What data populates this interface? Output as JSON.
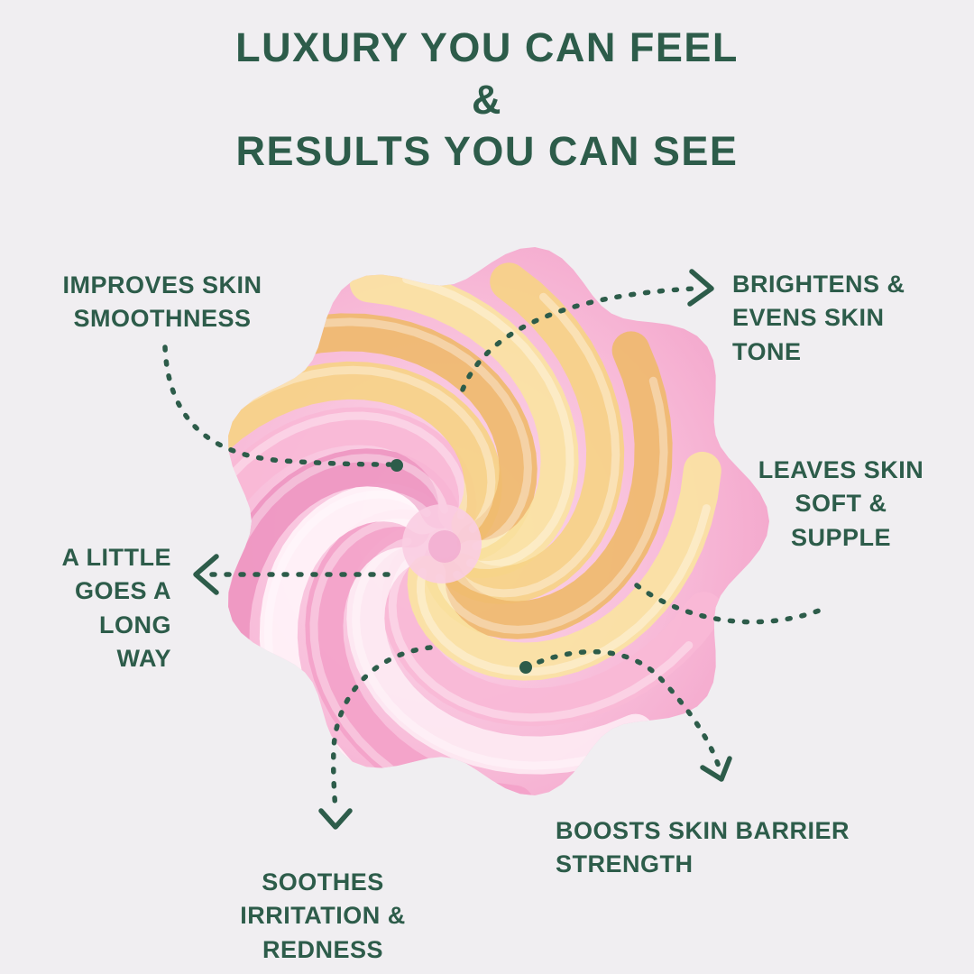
{
  "colors": {
    "background": "#f0eef1",
    "text_green": "#2d5c4a",
    "pink_base": "#f5a9cd",
    "pink_light": "#fde9f2",
    "yellow": "#f6d287",
    "orange": "#efba6e"
  },
  "title": {
    "text": "LUXURY YOU CAN FEEL\n&\nRESULTS YOU CAN SEE"
  },
  "callouts": {
    "improves_skin_smoothness": "IMPROVES SKIN\nSMOOTHNESS",
    "brightens_evens_skin_tone": "BRIGHTENS &\nEVENS SKIN\nTONE",
    "leaves_skin_soft_supple": "LEAVES SKIN\nSOFT &\nSUPPLE",
    "a_little_goes_a_long_way": "A LITTLE\nGOES A\nLONG\nWAY",
    "soothes_irritation_redness": "SOOTHES\nIRRITATION &\nREDNESS",
    "boosts_skin_barrier_strength": "BOOSTS SKIN BARRIER\nSTRENGTH"
  }
}
